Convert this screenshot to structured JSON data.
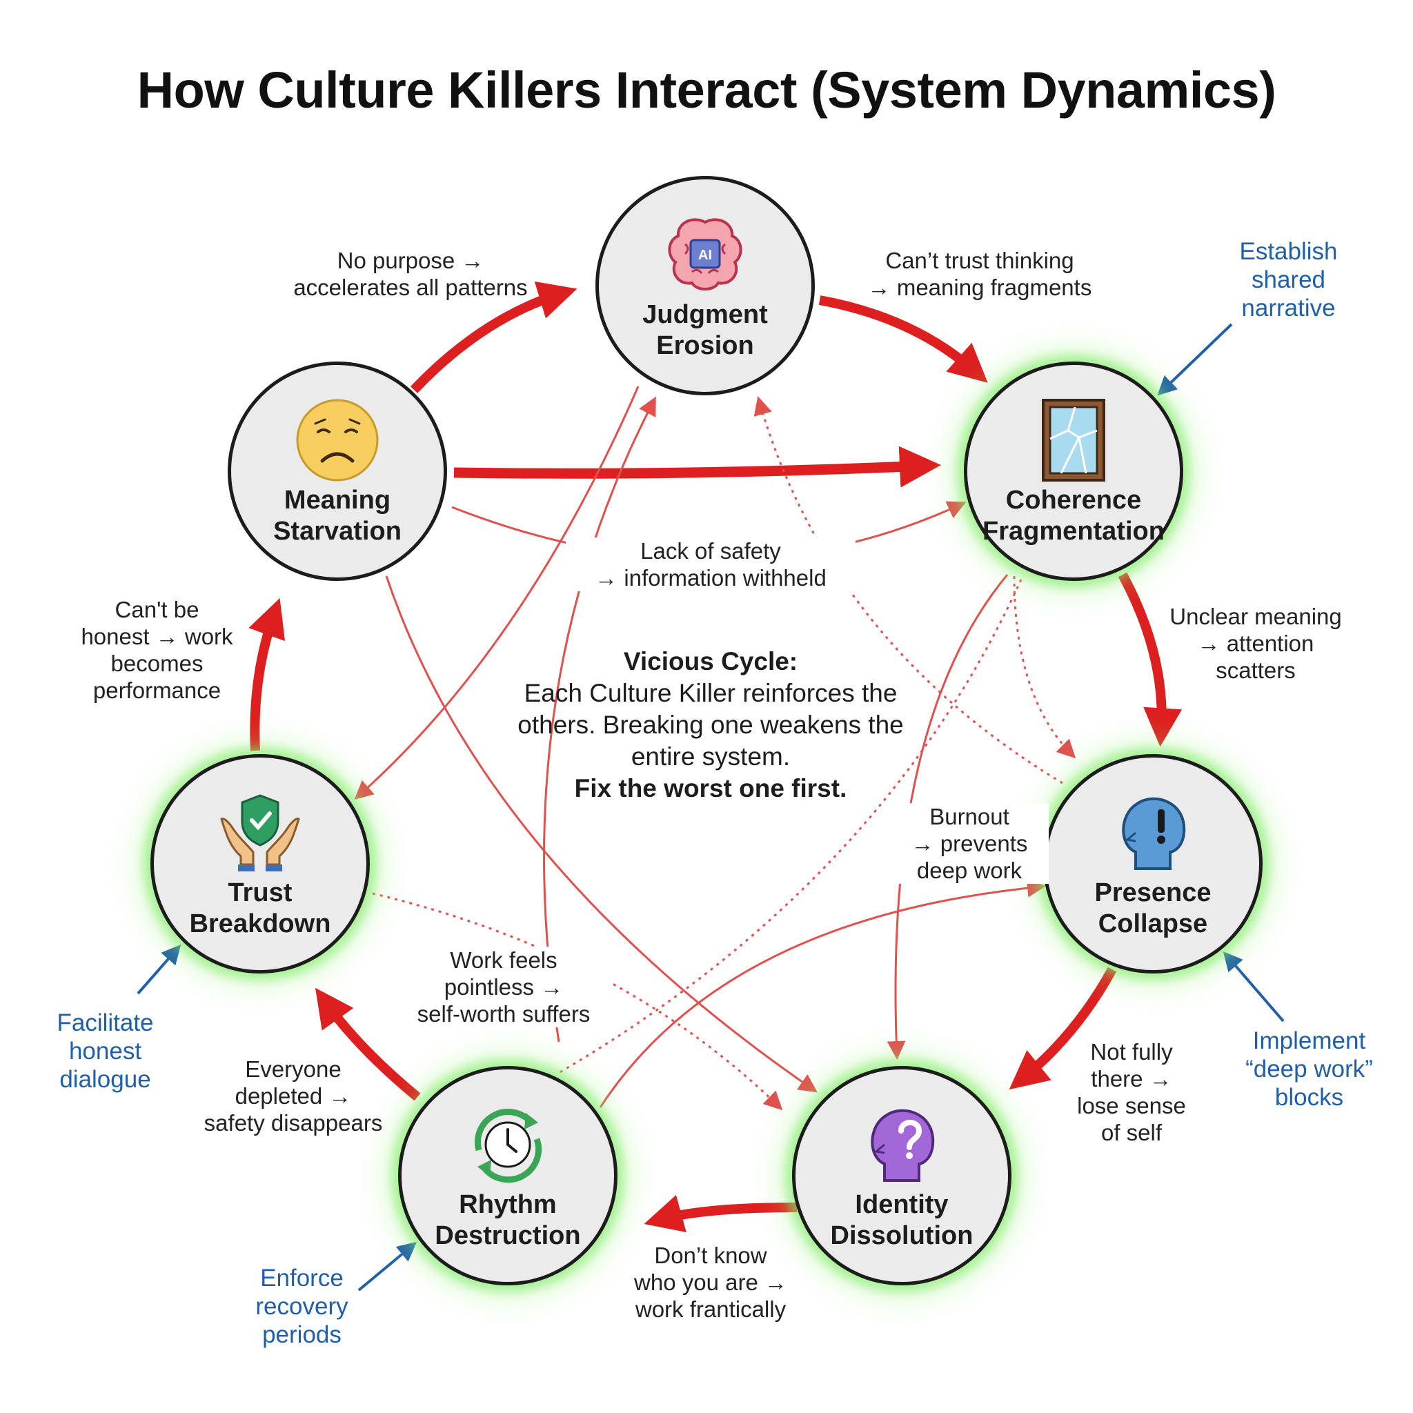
{
  "title": "How Culture Killers Interact (System Dynamics)",
  "nodes": [
    {
      "id": "judgment",
      "label": "Judgment\nErosion",
      "icon": "ai-brain-icon",
      "glow": false
    },
    {
      "id": "coherence",
      "label": "Coherence\nFragmentation",
      "icon": "cracked-mirror-icon",
      "glow": true
    },
    {
      "id": "presence",
      "label": "Presence\nCollapse",
      "icon": "head-exclamation-icon",
      "glow": true
    },
    {
      "id": "identity",
      "label": "Identity\nDissolution",
      "icon": "head-question-icon",
      "glow": true
    },
    {
      "id": "rhythm",
      "label": "Rhythm\nDestruction",
      "icon": "cycle-clock-icon",
      "glow": true
    },
    {
      "id": "trust",
      "label": "Trust\nBreakdown",
      "icon": "hands-shield-icon",
      "glow": true
    },
    {
      "id": "meaning",
      "label": "Meaning\nStarvation",
      "icon": "sad-face-icon",
      "glow": false
    }
  ],
  "edge_labels": {
    "meaning_judgment": "No purpose →\naccelerates all patterns",
    "judgment_coherence": "Can’t trust thinking\n→ meaning fragments",
    "coherence_presence": "Unclear meaning\n→ attention\nscatters",
    "presence_identity": "Not fully\nthere →\nlose sense\nof self",
    "identity_rhythm": "Don’t know\nwho you are →\nwork frantically",
    "rhythm_trust": "Everyone\ndepleted →\nsafety disappears",
    "trust_meaning": "Can't be\nhonest → work\nbecomes\nperformance",
    "lack_of_safety": "Lack of safety\n→ information withheld",
    "burnout": "Burnout\n→ prevents\ndeep work",
    "work_pointless": "Work feels\npointless →\nself-worth suffers"
  },
  "interventions": {
    "coherence": "Establish\nshared\nnarrative",
    "presence": "Implement\n“deep work”\nblocks",
    "rhythm": "Enforce\nrecovery\nperiods",
    "trust": "Facilitate\nhonest\ndialogue"
  },
  "center": {
    "heading": "Vicious Cycle:",
    "body": "Each Culture Killer reinforces the others. Breaking one weakens the entire system.",
    "emphasis": "Fix the worst one first."
  },
  "colors": {
    "arrow_red": "#dd1f1f",
    "thin_red": "#e0504d",
    "intervention_blue": "#1f5fa8",
    "node_fill": "#ebebeb",
    "glow_green": "#7de85f"
  },
  "icon_text": {
    "ai_chip": "AI"
  }
}
